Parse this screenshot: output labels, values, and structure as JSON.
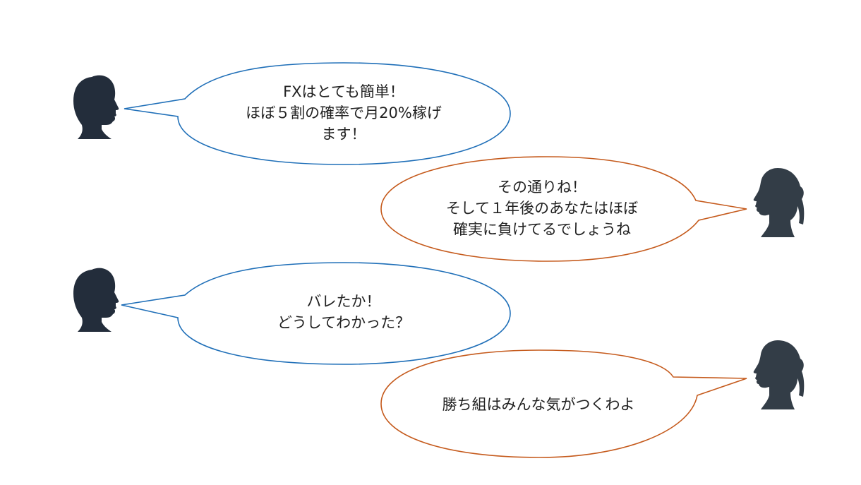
{
  "colors": {
    "male_outline": "#1f6fb8",
    "female_outline": "#c55a1c",
    "male_silhouette": "#232d3b",
    "female_silhouette": "#333d47",
    "text": "#222222"
  },
  "conversation": [
    {
      "speaker": "male",
      "lines": [
        "FXはとても簡単！",
        "ほぼ５割の確率で月20%稼げ",
        "ます！"
      ]
    },
    {
      "speaker": "female",
      "lines": [
        "その通りね！",
        "そして１年後のあなたはほぼ",
        "確実に負けてるでしょうね"
      ]
    },
    {
      "speaker": "male",
      "lines": [
        "バレたか！",
        "どうしてわかった？"
      ]
    },
    {
      "speaker": "female",
      "lines": [
        "勝ち組はみんな気がつくわよ"
      ]
    }
  ]
}
